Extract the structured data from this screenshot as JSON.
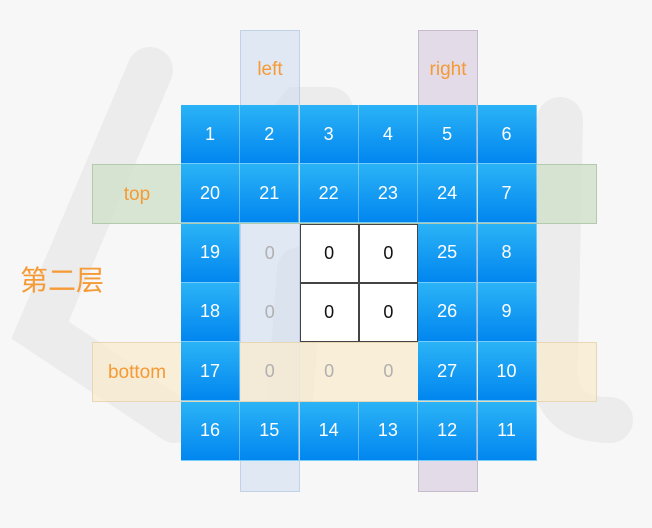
{
  "labels": {
    "left": "left",
    "right": "right",
    "top": "top",
    "bottom": "bottom",
    "layer": "第二层"
  },
  "grid": {
    "rows": [
      [
        "1",
        "2",
        "3",
        "4",
        "5",
        "6"
      ],
      [
        "20",
        "21",
        "22",
        "23",
        "24",
        "7"
      ],
      [
        "19",
        "0",
        "0",
        "0",
        "25",
        "8"
      ],
      [
        "18",
        "0",
        "0",
        "0",
        "26",
        "9"
      ],
      [
        "17",
        "0",
        "0",
        "0",
        "27",
        "10"
      ],
      [
        "16",
        "15",
        "14",
        "13",
        "12",
        "11"
      ]
    ],
    "styles": [
      [
        "blue",
        "blue",
        "blue",
        "blue",
        "blue",
        "blue"
      ],
      [
        "blue",
        "blue",
        "blue",
        "blue",
        "blue",
        "blue"
      ],
      [
        "blue",
        "zero-faded",
        "zero",
        "zero",
        "blue",
        "blue"
      ],
      [
        "blue",
        "zero-faded",
        "zero",
        "zero",
        "blue",
        "blue"
      ],
      [
        "blue",
        "zero-faded",
        "zero-faded",
        "zero-faded",
        "blue",
        "blue"
      ],
      [
        "blue",
        "blue",
        "blue",
        "blue",
        "blue",
        "blue"
      ]
    ]
  },
  "colors": {
    "cell_blue_top": "#2bb3f6",
    "cell_blue_bottom": "#0186ef",
    "label_orange": "#f59a35"
  }
}
